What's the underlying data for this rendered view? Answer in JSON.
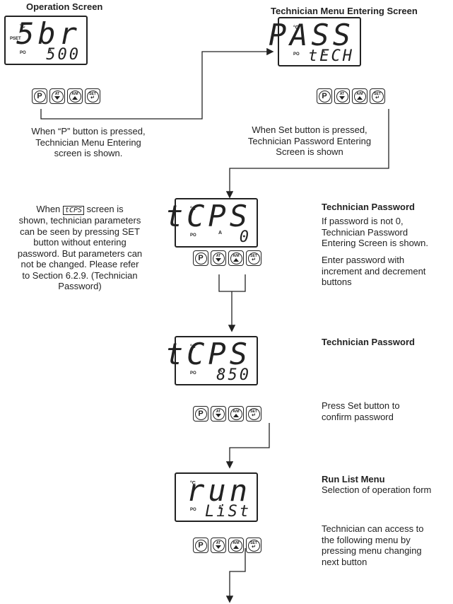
{
  "titles": {
    "operation": "Operation Screen",
    "tech_menu": "Technician Menu Entering Screen",
    "tech_pw_1": "Technician Password",
    "tech_pw_2": "Technician Password",
    "run_list": "Run List Menu"
  },
  "displays": {
    "d1": {
      "unit": "°C",
      "pset": "PSET",
      "po": "PO",
      "ind": "A",
      "top": "5br",
      "bottom": "500"
    },
    "d2": {
      "unit": "°C",
      "po": "PO",
      "ind": "A",
      "top": "PASS",
      "bottom": "tECH"
    },
    "d3": {
      "unit": "°C",
      "po": "PO",
      "ind": "A",
      "top": "tCPS",
      "bottom": "0"
    },
    "d4": {
      "unit": "°C",
      "po": "PO",
      "ind": "A",
      "top": "tCPS",
      "bottom": "850"
    },
    "d5": {
      "unit": "°C",
      "po": "PO",
      "ind": "A",
      "top": "run",
      "bottom": "LiSt"
    }
  },
  "buttons": {
    "p": "P",
    "at": "AT",
    "am": "A/M",
    "set": "SET"
  },
  "notes": {
    "p_pressed": [
      "When “P” button is pressed,",
      "Technician Menu Entering",
      "screen is shown."
    ],
    "set_pressed": [
      "When Set button is pressed,",
      "Technician Password Entering",
      "Screen is shown"
    ],
    "left_pre": "When",
    "left_lcd": "tCPS",
    "left_post": "screen is",
    "left_rest": [
      "shown, technician parameters",
      "can be seen by pressing SET",
      "button without entering",
      "password. But parameters can",
      "not be changed. Please refer",
      "to Section 6.2.9. (Technician",
      "Password)"
    ],
    "pw_not_zero": [
      "If password is not 0,",
      "Technician Password",
      "Entering Screen is shown."
    ],
    "enter_pw": [
      "Enter password with",
      "increment and decrement",
      "buttons"
    ],
    "confirm": [
      "Press Set button to",
      "confirm password"
    ],
    "run_sub": "Selection of operation form",
    "access": [
      "Technician can access to",
      "the following menu by",
      "pressing menu changing",
      "next button"
    ]
  }
}
